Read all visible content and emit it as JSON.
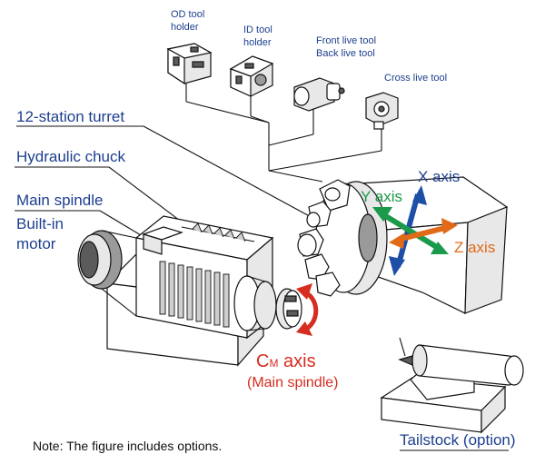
{
  "labels": {
    "od_tool_holder": [
      "OD tool",
      "holder"
    ],
    "id_tool_holder": [
      "ID tool",
      "holder"
    ],
    "front_back_live_tool": [
      "Front live tool",
      "Back live tool"
    ],
    "cross_live_tool": "Cross live tool",
    "turret": "12-station turret",
    "chuck": "Hydraulic chuck",
    "main_spindle": "Main spindle",
    "built_in_motor": [
      "Built-in",
      "motor"
    ],
    "x_axis": "X axis",
    "y_axis": "Y axis",
    "z_axis": "Z axis",
    "cm_axis_c": "C",
    "cm_axis_sub": "M",
    "cm_axis_rest": " axis",
    "cm_axis_note": "(Main spindle)",
    "tailstock": "Tailstock (option)",
    "note": "Note: The figure includes options."
  },
  "colors": {
    "label_blue": "#1d3f8f",
    "x_arrow": "#1d4fa6",
    "y_arrow": "#1a9a4a",
    "z_arrow": "#e06a17",
    "cm_arrow": "#d62d20"
  }
}
